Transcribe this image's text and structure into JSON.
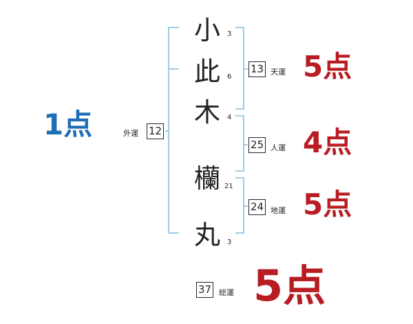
{
  "colors": {
    "bracket": "#9fcbe6",
    "red": "#b81d23",
    "blue": "#1f6fb6",
    "text": "#222222"
  },
  "name": {
    "chars": [
      {
        "char": "小",
        "strokes": "3"
      },
      {
        "char": "此",
        "strokes": "6"
      },
      {
        "char": "木",
        "strokes": "4"
      },
      {
        "char": "欗",
        "strokes": "21"
      },
      {
        "char": "丸",
        "strokes": "3"
      }
    ]
  },
  "fortunes": {
    "gaiun": {
      "value": "12",
      "label": "外運",
      "score": "1点"
    },
    "tenun": {
      "value": "13",
      "label": "天運",
      "score": "5点"
    },
    "jinun": {
      "value": "25",
      "label": "人運",
      "score": "4点"
    },
    "chiun": {
      "value": "24",
      "label": "地運",
      "score": "5点"
    },
    "souun": {
      "value": "37",
      "label": "総運",
      "score": "5点"
    }
  }
}
